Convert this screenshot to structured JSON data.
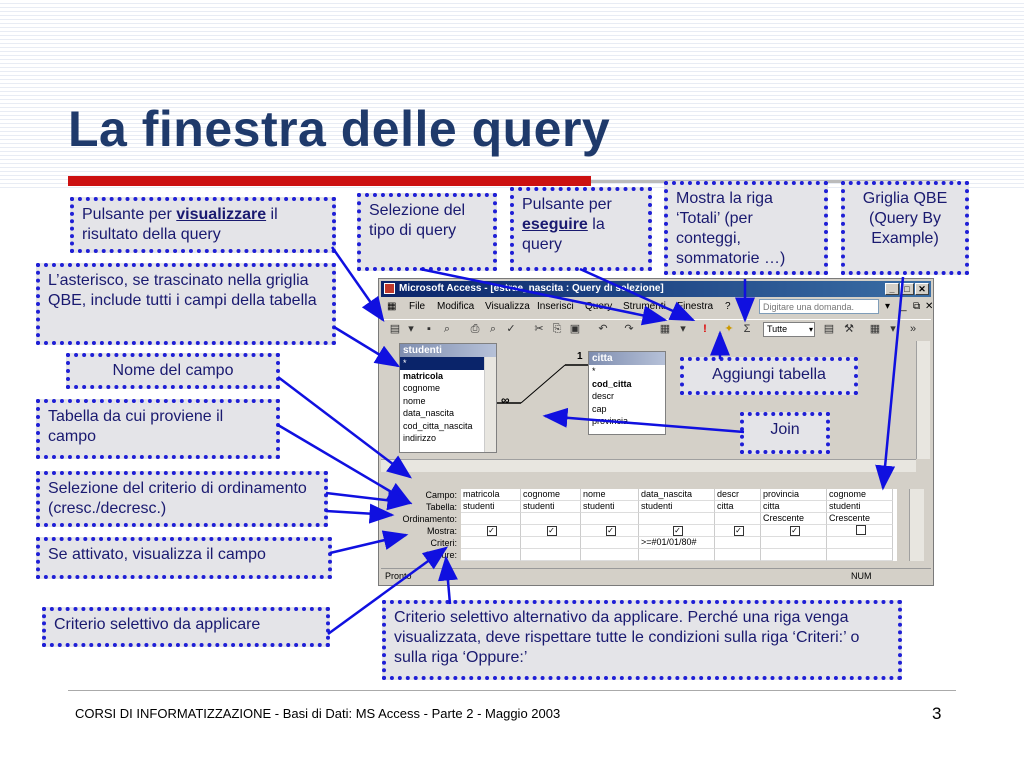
{
  "slide": {
    "title": "La finestra delle query",
    "footer": "CORSI DI INFORMATIZZAZIONE - Basi di Dati: MS Access - Parte 2 - Maggio 2003",
    "page_number": "3",
    "accent_red": "#cc1111",
    "title_color": "#1f3a6b",
    "callout_border": "#1f1fd6"
  },
  "callouts": {
    "visualizza": {
      "pre": "Pulsante per ",
      "bold": "visualizzare",
      "post": " il risultato della query"
    },
    "selezione_tipo": "Selezione del tipo di query",
    "esegui": {
      "pre": "Pulsante per ",
      "bold": "eseguire",
      "post": " la query"
    },
    "totali": "Mostra la riga ‘Totali’ (per conteggi, sommatorie …)",
    "griglia": "Griglia QBE (Query By Example)",
    "asterisco": "L’asterisco, se trascinato nella griglia QBE, include tutti i campi della tabella",
    "nome_campo": "Nome del campo",
    "tabella": "Tabella da cui proviene il campo",
    "ordinamento": "Selezione del criterio di ordinamento (cresc./decresc.)",
    "mostra": "Se attivato, visualizza il campo",
    "criterio": "Criterio selettivo da applicare",
    "oppure": "Criterio selettivo alternativo da applicare. Perché una riga venga visualizzata, deve rispettare tutte le condizioni sulla riga ‘Criteri:’ o sulla riga ‘Oppure:’",
    "aggiungi": "Aggiungi tabella",
    "join": "Join"
  },
  "access": {
    "window_title": "Microsoft Access - [estrae_nascita : Query di selezione]",
    "menu": [
      "File",
      "Modifica",
      "Visualizza",
      "Inserisci",
      "Query",
      "Strumenti",
      "Finestra",
      "?"
    ],
    "ask_placeholder": "Digitare una domanda.",
    "totals_combo": "Tutte",
    "status_left": "Pronto",
    "status_right": "NUM",
    "table_studenti": {
      "name": "studenti",
      "fields": [
        "*",
        "matricola",
        "cognome",
        "nome",
        "data_nascita",
        "cod_citta_nascita",
        "indirizzo"
      ]
    },
    "table_citta": {
      "name": "citta",
      "fields": [
        "*",
        "cod_citta",
        "descr",
        "cap",
        "provincia"
      ]
    },
    "join_one": "1",
    "join_many": "∞",
    "grid_labels": [
      "Campo:",
      "Tabella:",
      "Ordinamento:",
      "Mostra:",
      "Criteri:",
      "Oppure:"
    ],
    "grid_columns": [
      {
        "campo": "matricola",
        "tabella": "studenti",
        "ordinamento": "",
        "mostra": true,
        "criteri": ""
      },
      {
        "campo": "cognome",
        "tabella": "studenti",
        "ordinamento": "",
        "mostra": true,
        "criteri": ""
      },
      {
        "campo": "nome",
        "tabella": "studenti",
        "ordinamento": "",
        "mostra": true,
        "criteri": ""
      },
      {
        "campo": "data_nascita",
        "tabella": "studenti",
        "ordinamento": "",
        "mostra": true,
        "criteri": ">=#01/01/80#"
      },
      {
        "campo": "descr",
        "tabella": "citta",
        "ordinamento": "",
        "mostra": true,
        "criteri": ""
      },
      {
        "campo": "provincia",
        "tabella": "citta",
        "ordinamento": "Crescente",
        "mostra": true,
        "criteri": ""
      },
      {
        "campo": "cognome",
        "tabella": "studenti",
        "ordinamento": "Crescente",
        "mostra": false,
        "criteri": ""
      }
    ]
  }
}
